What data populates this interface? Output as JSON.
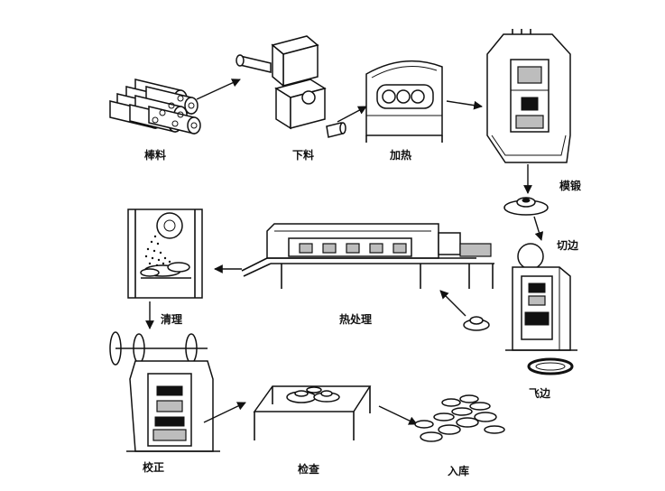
{
  "labels": {
    "bar_stock": "棒料",
    "cutting": "下料",
    "heating": "加热",
    "die_forging": "模锻",
    "trimming": "切边",
    "flash": "飞边",
    "heat_treatment": "热处理",
    "cleaning": "清理",
    "straightening": "校正",
    "inspection": "检查",
    "storage": "入库"
  }
}
